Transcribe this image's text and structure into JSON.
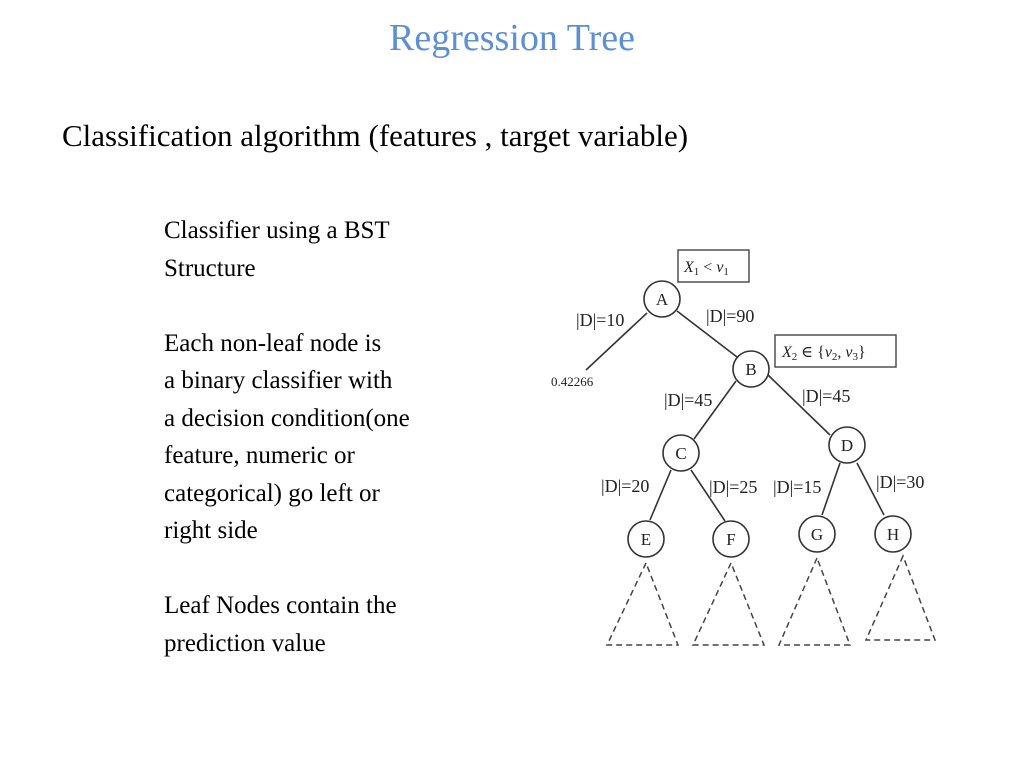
{
  "slide": {
    "title": "Regression Tree",
    "subtitle": "Classification algorithm (features , target variable)"
  },
  "content": {
    "paragraphs": [
      {
        "lines": [
          "Classifier using a BST",
          "Structure"
        ]
      },
      {
        "lines": [
          "Each non-leaf node is",
          "a binary classifier with",
          "a decision condition(one",
          "feature, numeric or",
          "categorical) go left or",
          "right side"
        ]
      },
      {
        "lines": [
          "Leaf Nodes contain the",
          "prediction value"
        ]
      }
    ]
  },
  "diagram": {
    "nodes": {
      "A": "A",
      "B": "B",
      "C": "C",
      "D": "D",
      "E": "E",
      "F": "F",
      "G": "G",
      "H": "H"
    },
    "edge_labels": {
      "a_left": "|D|=10",
      "a_right": "|D|=90",
      "b_left": "|D|=45",
      "b_right": "|D|=45",
      "c_left": "|D|=20",
      "c_right": "|D|=25",
      "d_left": "|D|=15",
      "d_right": "|D|=30"
    },
    "leaf_value": "0.42266",
    "conditions": {
      "root": {
        "var": "X",
        "sub": "1",
        "op": " < ",
        "val": "v",
        "val_sub": "1"
      },
      "b": {
        "var": "X",
        "sub": "2",
        "op": " ∈ {",
        "v1": "v",
        "v1_sub": "2",
        "sep": ", ",
        "v2": "v",
        "v2_sub": "3",
        "close": "}"
      }
    }
  }
}
